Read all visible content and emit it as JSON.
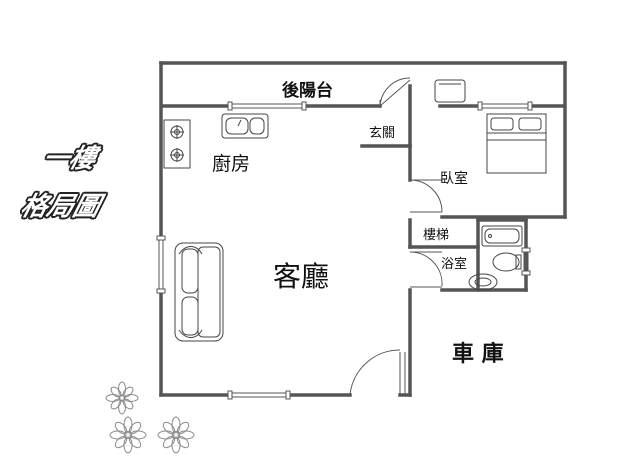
{
  "title": {
    "line1": "一樓",
    "line2": "格局圖"
  },
  "rooms": {
    "back_balcony": "後陽台",
    "entrance": "玄關",
    "kitchen": "廚房",
    "bedroom": "臥室",
    "stairs": "樓梯",
    "living_room": "客廳",
    "bathroom": "浴室",
    "garage": "車 庫"
  },
  "colors": {
    "wall": "#555555",
    "fixture": "#444444",
    "background": "#ffffff"
  },
  "icons": [
    "gas-stove-icon",
    "kitchen-sink-icon",
    "bed-icon",
    "sofa-icon",
    "bathtub-icon",
    "washbasin-icon",
    "toilet-icon",
    "flower-icon"
  ]
}
